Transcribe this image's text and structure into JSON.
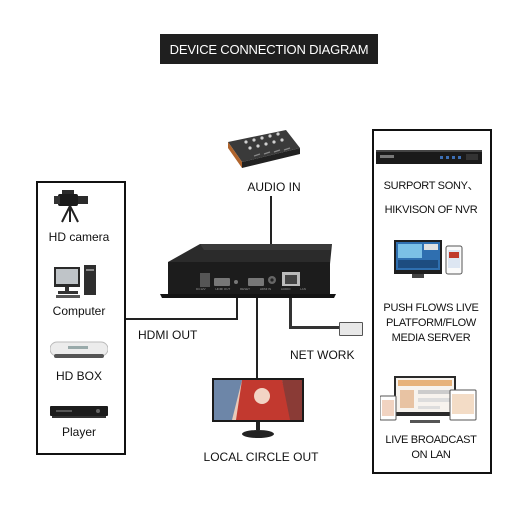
{
  "title": "DEVICE CONNECTION DIAGRAM",
  "device": {
    "port_labels": [
      "DC12V",
      "HDMI OUT",
      "RESET",
      "HDMI IN",
      "AUDIO",
      "LAN"
    ]
  },
  "left_panel": {
    "items": [
      {
        "label": "HD camera",
        "icon": "camera-icon"
      },
      {
        "label": "Computer",
        "icon": "computer-icon"
      },
      {
        "label": "HD BOX",
        "icon": "set-top-box-icon"
      },
      {
        "label": "Player",
        "icon": "player-icon"
      }
    ]
  },
  "right_panel": {
    "items": [
      {
        "label_lines": [
          "SURPORT SONY、",
          "HIKVISON OF NVR"
        ],
        "icon": "nvr-icon"
      },
      {
        "label_lines": [
          "PUSH FLOWS LIVE",
          "PLATFORM/FLOW",
          "MEDIA SERVER"
        ],
        "icon": "streaming-devices-icon"
      },
      {
        "label_lines": [
          "LIVE BROADCAST",
          "ON LAN"
        ],
        "icon": "lan-broadcast-icon"
      }
    ]
  },
  "connections": {
    "audio_in": "AUDIO IN",
    "hdmi_out": "HDMI OUT",
    "network": "NET WORK",
    "local_out": "LOCAL CIRCLE OUT"
  }
}
